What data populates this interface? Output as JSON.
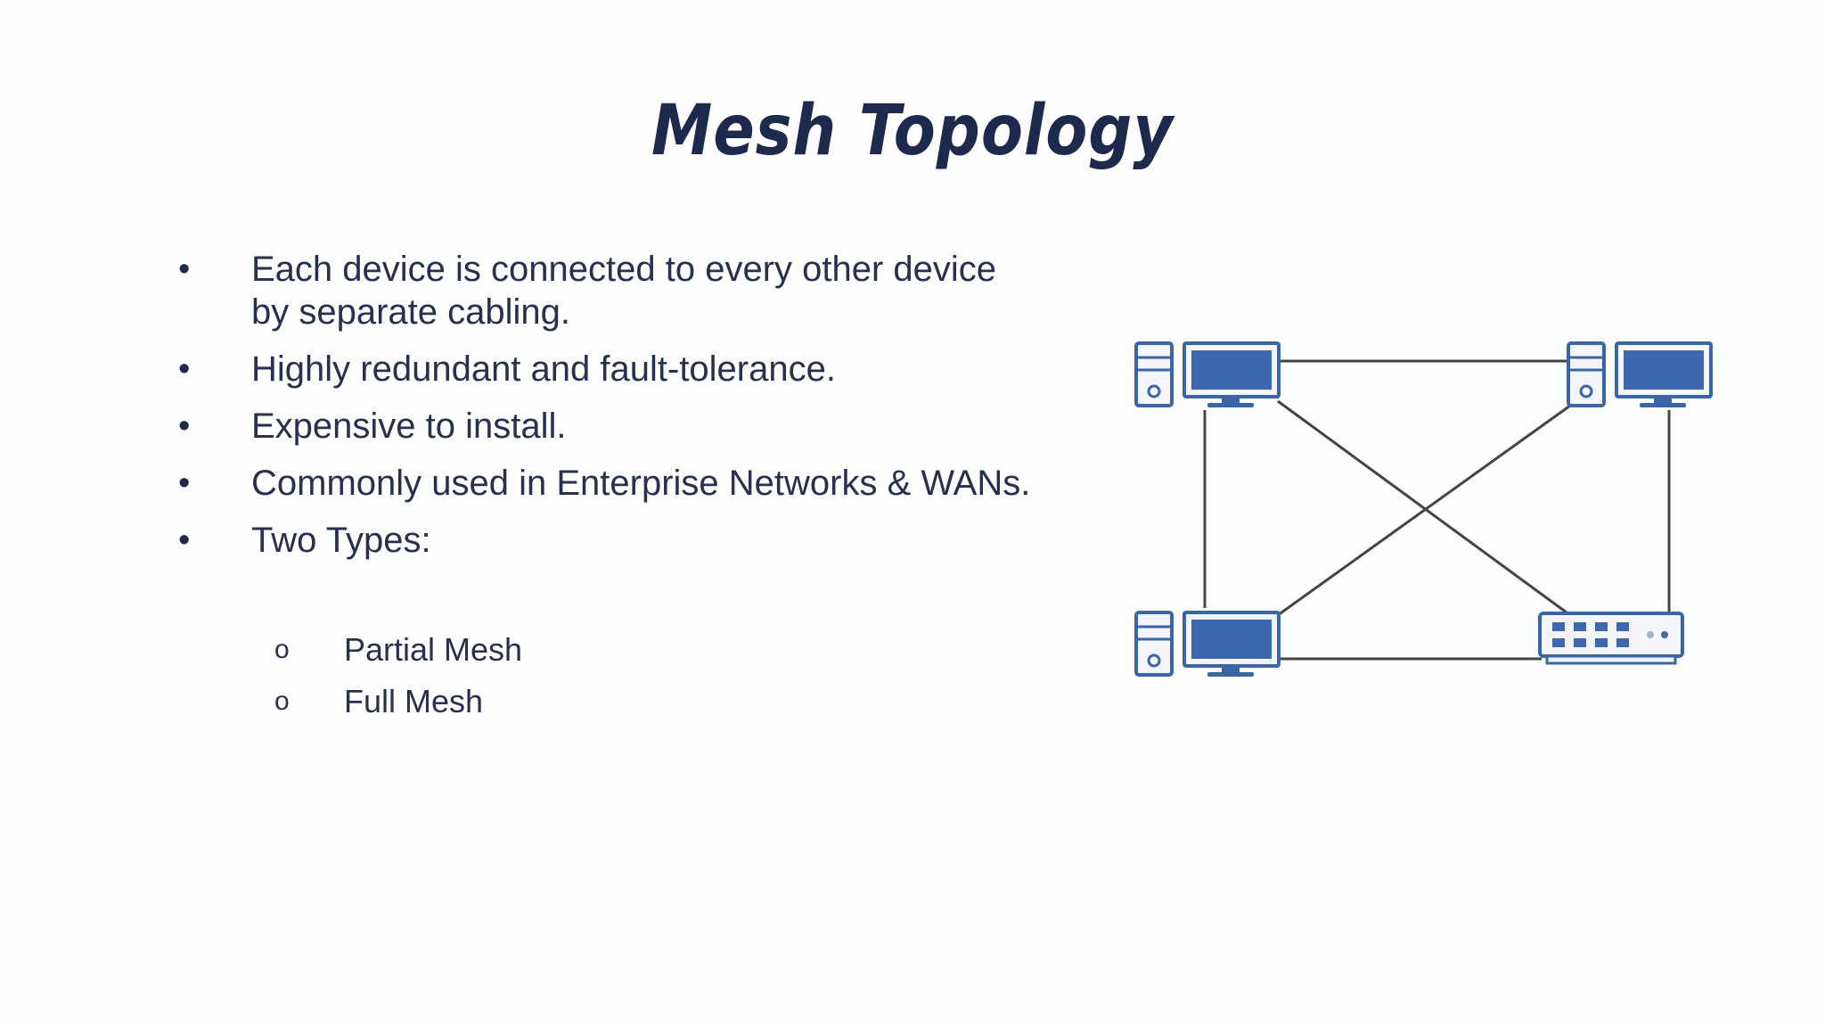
{
  "slide": {
    "title": "Mesh Topology",
    "bullets": [
      {
        "mark": "•",
        "text": "Each device is connected to every other device by separate cabling."
      },
      {
        "mark": "•",
        "text": "Highly redundant and fault-tolerance."
      },
      {
        "mark": "•",
        "text": "Expensive to install."
      },
      {
        "mark": "•",
        "text": "Commonly used in Enterprise Networks & WANs."
      },
      {
        "mark": "•",
        "text": "Two Types:"
      }
    ],
    "subbullets": [
      {
        "mark": "o",
        "text": "Partial Mesh"
      },
      {
        "mark": "o",
        "text": "Full Mesh"
      }
    ]
  },
  "diagram": {
    "nodes": [
      {
        "name": "computer-top-left",
        "icon": "desktop-computer-icon"
      },
      {
        "name": "computer-top-right",
        "icon": "desktop-computer-icon"
      },
      {
        "name": "computer-bottom-left",
        "icon": "desktop-computer-icon"
      },
      {
        "name": "switch-bottom-right",
        "icon": "network-switch-icon"
      }
    ],
    "colors": {
      "line": "#444444",
      "outline": "#3a66a8",
      "screen": "#3d68ad",
      "panel": "#f3f5fa"
    }
  }
}
